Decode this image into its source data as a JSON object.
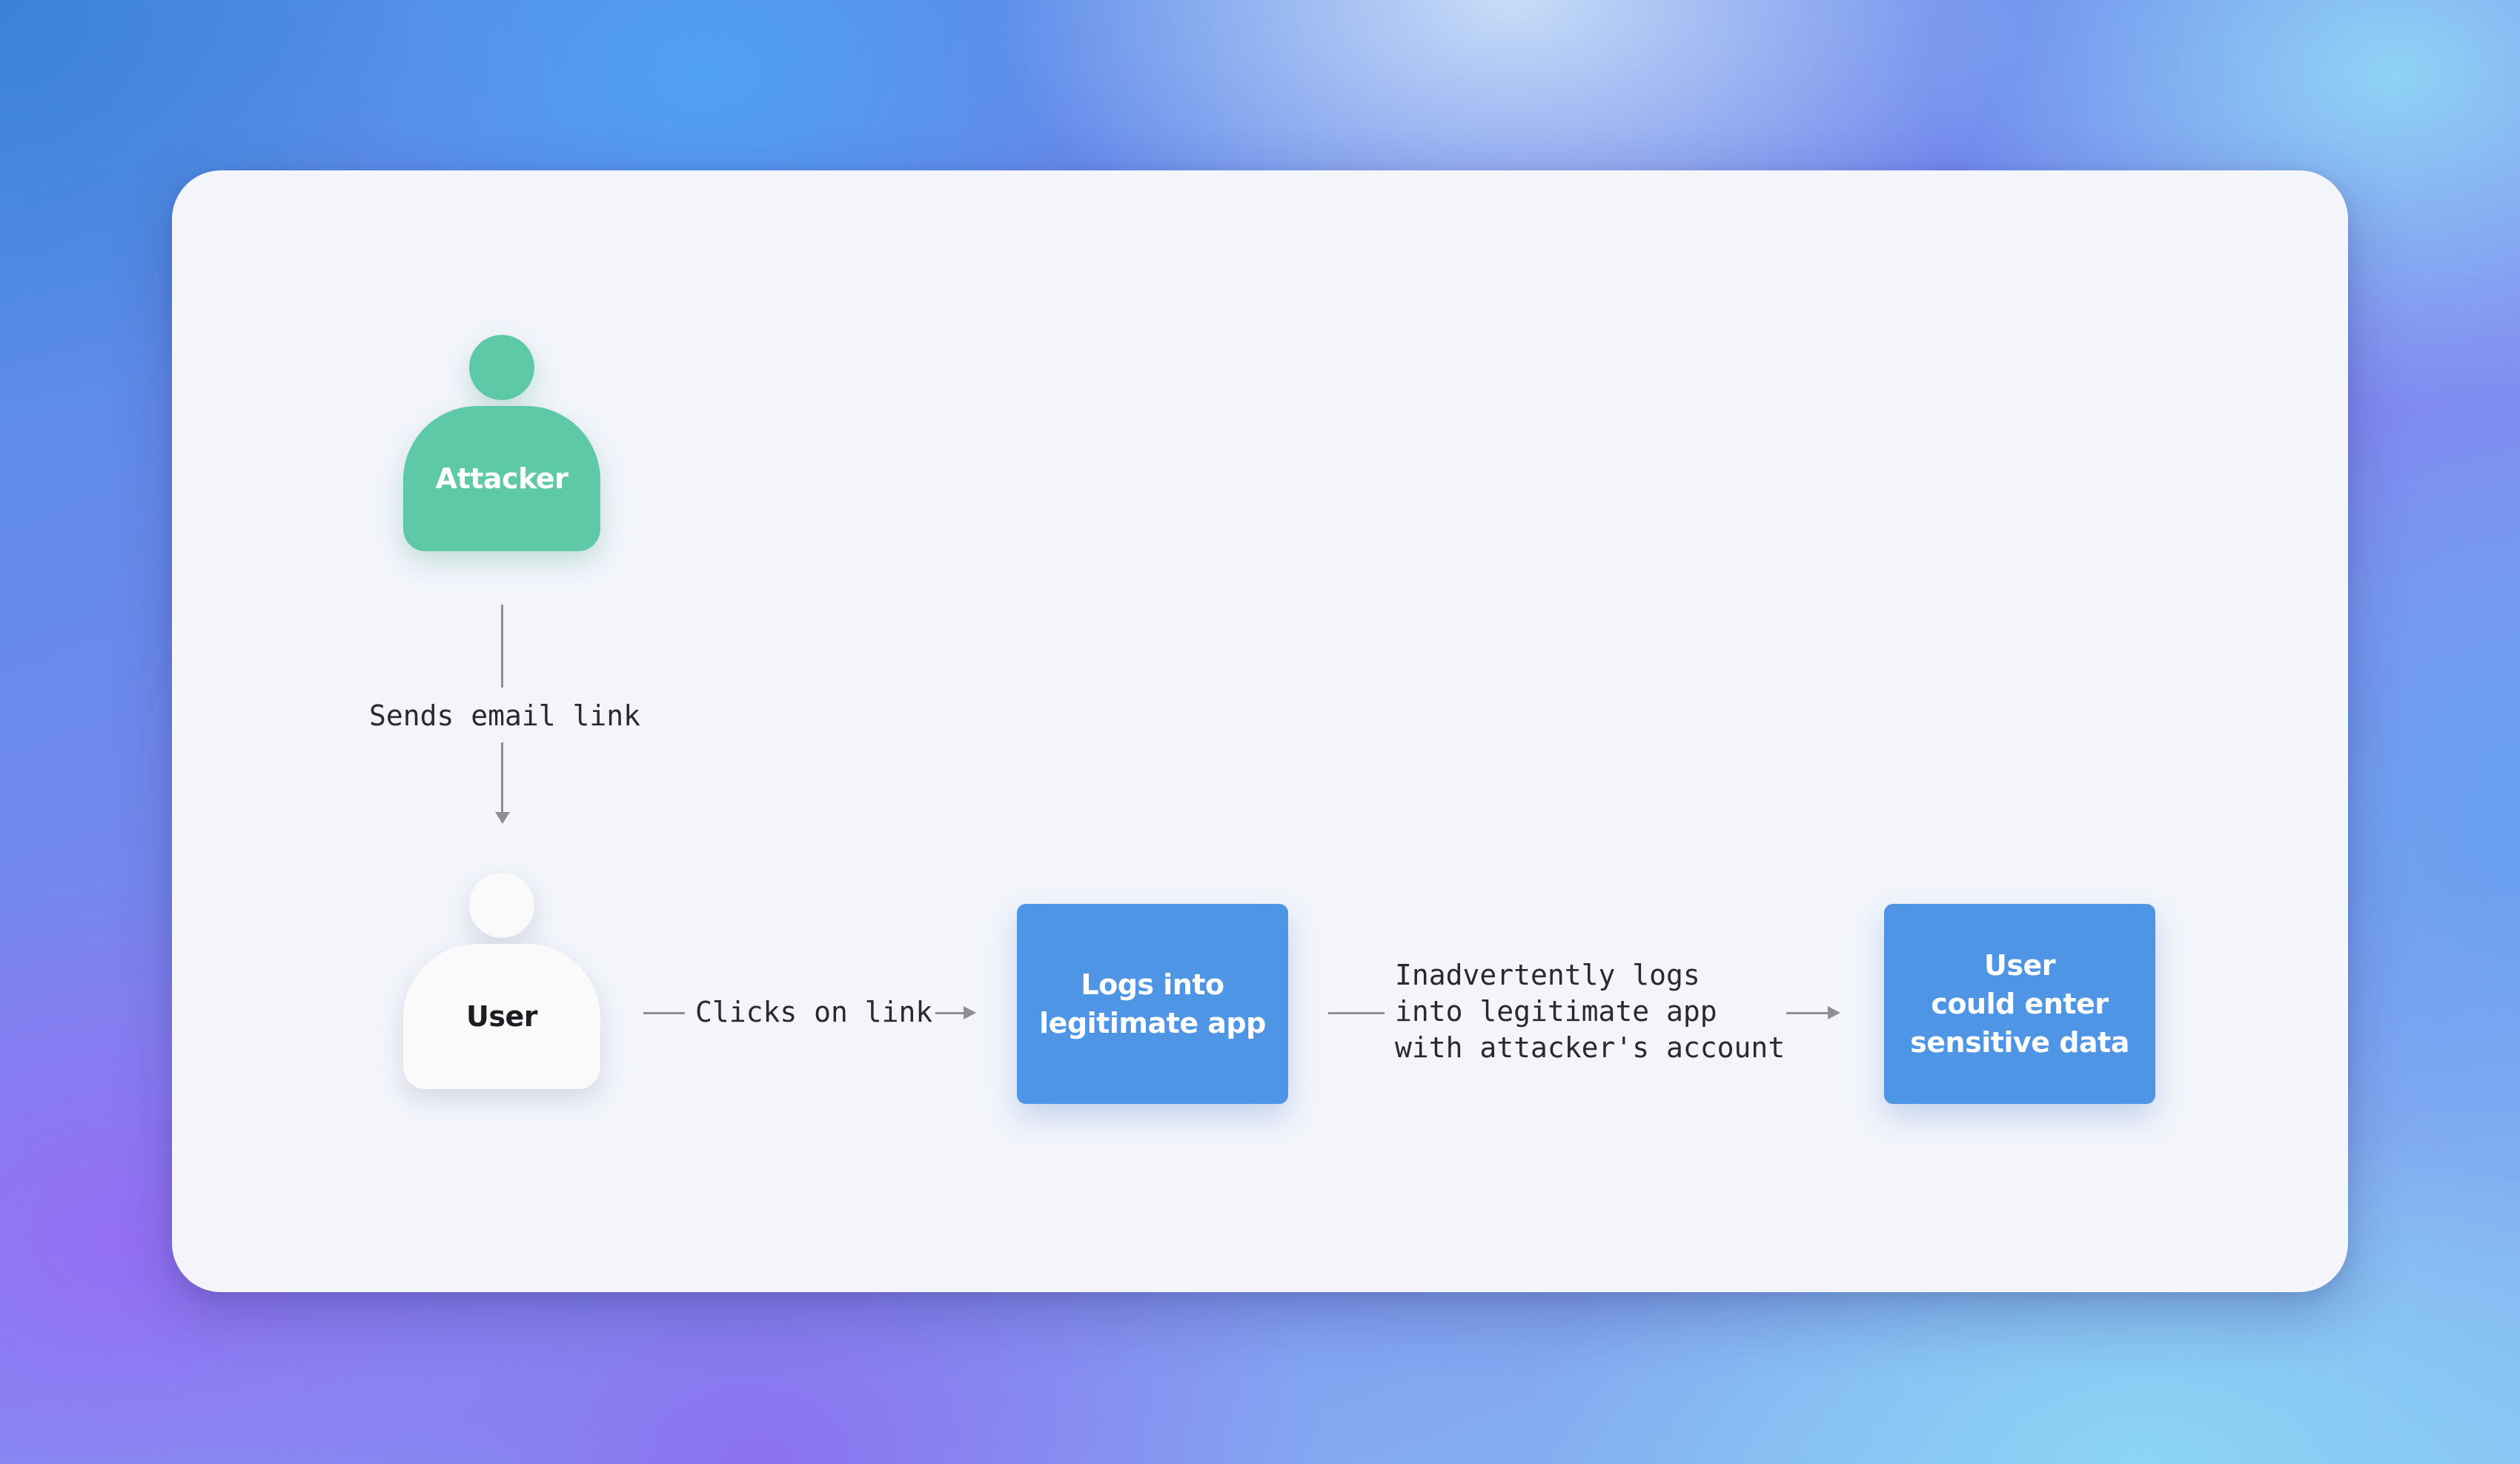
{
  "diagram": {
    "attacker_label": "Attacker",
    "user_label": "User",
    "edge_send_label": "Sends email link",
    "edge_click_label": "Clicks on link",
    "step_login_label": "Logs into\nlegitimate app",
    "edge_inadvertent_label": "Inadvertently logs\ninto legitimate app\nwith attacker's account",
    "step_sensitive_label": "User\ncould enter\nsensitive data"
  },
  "colors": {
    "attacker": "#5dc9a6",
    "user": "#fafafa",
    "step_box": "#4f95e5",
    "connector": "#8f8f96",
    "card": "#f3f5fb"
  },
  "icons": [
    "person-shape-icon",
    "arrow-down-icon",
    "arrow-right-icon"
  ]
}
